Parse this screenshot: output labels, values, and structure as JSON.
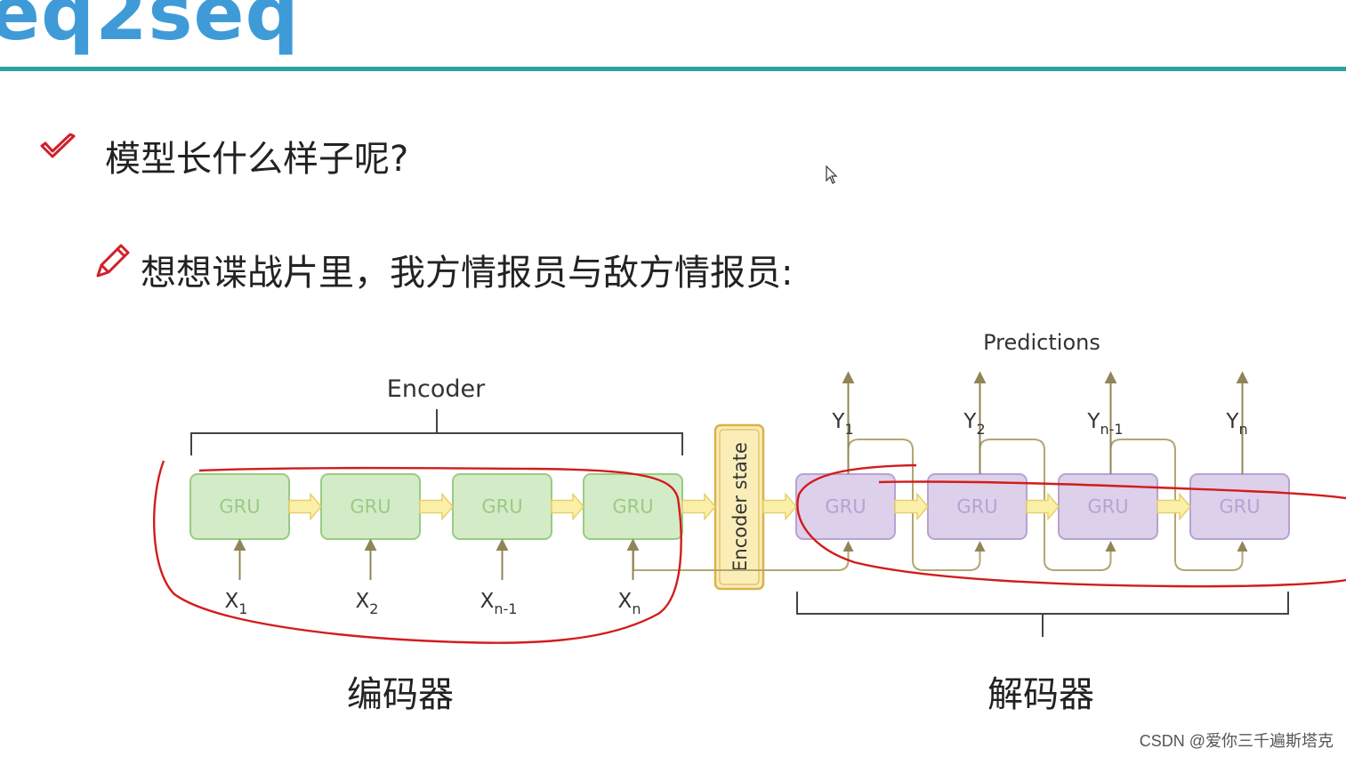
{
  "slide": {
    "title": "eq2seq",
    "bullet1": "模型长什么样子呢?",
    "bullet2": "想想谍战片里，我方情报员与敌方情报员:",
    "encoder_caption": "编码器",
    "decoder_caption": "解码器",
    "watermark": "CSDN @爱你三千遍斯塔克"
  },
  "diagram": {
    "encoder_label": "Encoder",
    "predictions_label": "Predictions",
    "encoder_state_label": "Encoder state",
    "cell_label": "GRU",
    "encoder_inputs": [
      {
        "base": "X",
        "sub": "1"
      },
      {
        "base": "X",
        "sub": "2"
      },
      {
        "base": "X",
        "sub": "n-1"
      },
      {
        "base": "X",
        "sub": "n"
      }
    ],
    "decoder_outputs": [
      {
        "base": "Y",
        "sub": "1"
      },
      {
        "base": "Y",
        "sub": "2"
      },
      {
        "base": "Y",
        "sub": "n-1"
      },
      {
        "base": "Y",
        "sub": "n"
      }
    ],
    "colors": {
      "encoder_fill": "#d4ebc8",
      "encoder_stroke": "#9acb84",
      "decoder_fill": "#ddd0ea",
      "decoder_stroke": "#b8a2d2",
      "state_fill": "#fbedb8",
      "state_stroke": "#d9b24a",
      "arrow_fill": "#fbf0a8",
      "line": "#8f8558",
      "annotation": "#d21c1c"
    }
  }
}
